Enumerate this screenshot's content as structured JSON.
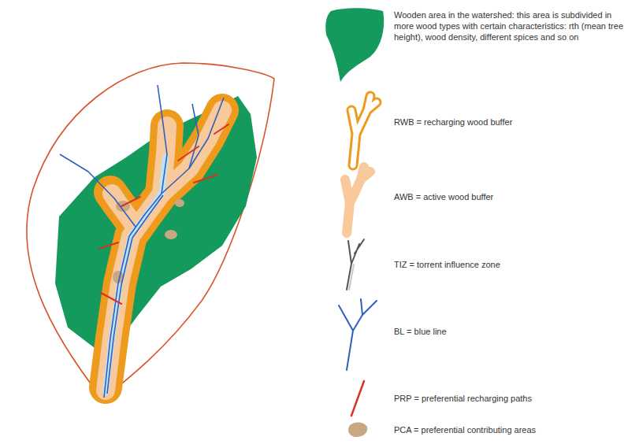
{
  "diagram": {
    "legend": [
      {
        "text": "Wooden area in the watershed: this area is subdivided in more wood types with certain characteristics: rth (mean tree height), wood density, different spices and so on"
      },
      {
        "text": "RWB = recharging wood buffer"
      },
      {
        "text": "AWB = active wood buffer"
      },
      {
        "text": "TIZ = torrent influence zone"
      },
      {
        "text": "BL = blue line"
      },
      {
        "text": "PRP = preferential recharging paths"
      },
      {
        "text": "PCA = preferential contributing areas"
      }
    ]
  }
}
